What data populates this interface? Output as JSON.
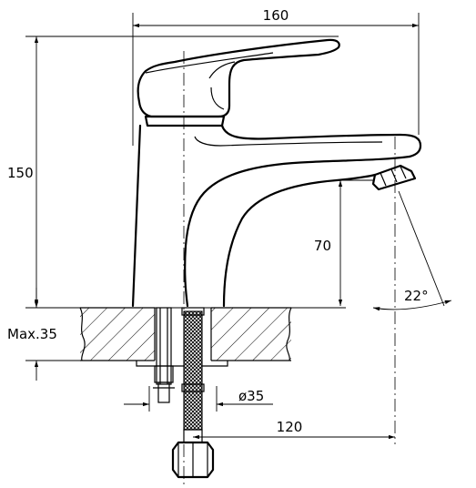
{
  "dimensions": {
    "width_top": "160",
    "height_total": "150",
    "spout_height": "70",
    "deck_thickness": "Max.35",
    "hole_diameter": "ø35",
    "spout_reach": "120",
    "spout_angle": "22°"
  }
}
